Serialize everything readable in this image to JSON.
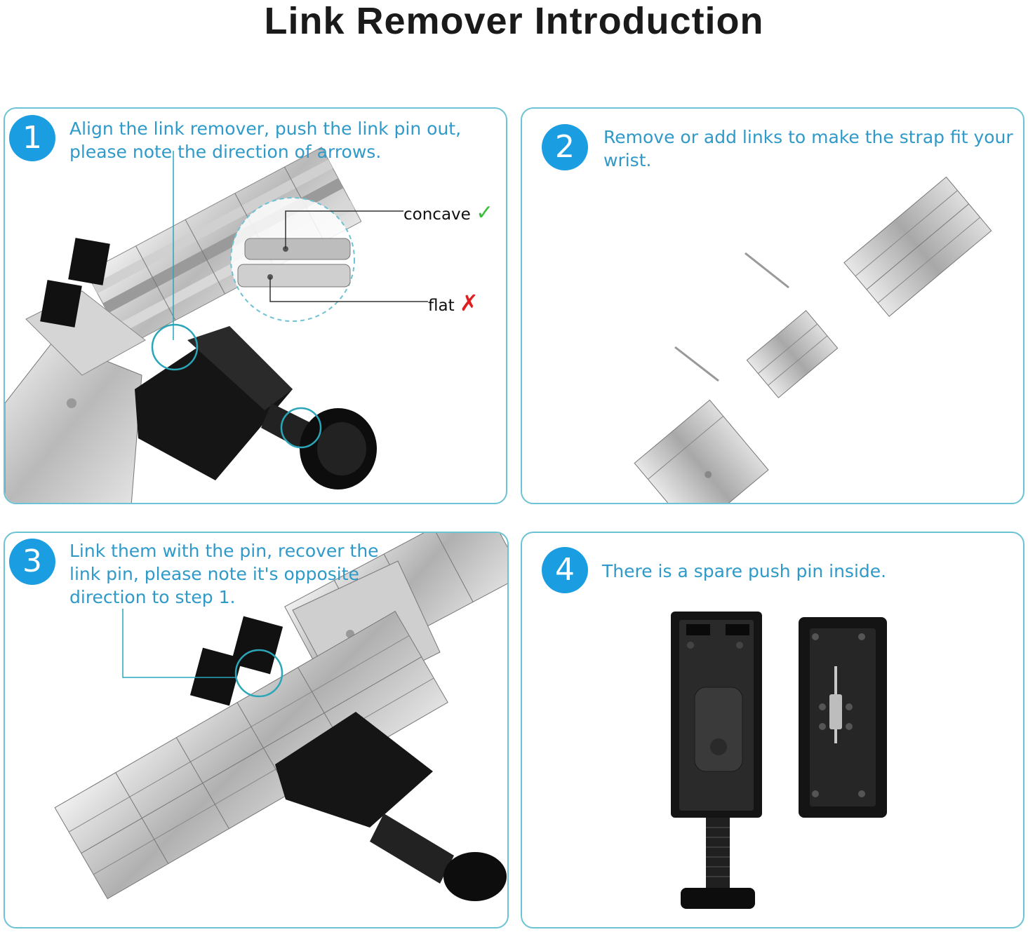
{
  "title": "Link Remover Introduction",
  "colors": {
    "accent": "#1b9de2",
    "border": "#6cc3d3",
    "caption": "#2f9ac9",
    "check": "#3bbf3b",
    "cross": "#e02020"
  },
  "steps": [
    {
      "number": "1",
      "text": "Align the link remover, push the link pin out, please note the direction of arrows.",
      "concave_label": "concave",
      "flat_label": "flat",
      "check_icon": "checkmark-icon",
      "cross_icon": "x-icon"
    },
    {
      "number": "2",
      "text": "Remove or add links to make the strap fit your wrist."
    },
    {
      "number": "3",
      "text": "Link them with the pin, recover the link pin, please note it's opposite direction to step 1."
    },
    {
      "number": "4",
      "text": "There is a spare push pin inside."
    }
  ]
}
